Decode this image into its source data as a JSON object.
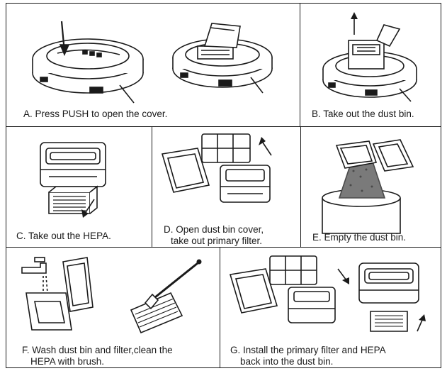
{
  "steps": [
    {
      "id": "A",
      "caption": "A. Press PUSH to open the cover."
    },
    {
      "id": "B",
      "caption": "B. Take out the dust bin."
    },
    {
      "id": "C",
      "caption": "C. Take out the HEPA."
    },
    {
      "id": "D",
      "caption_line1": "D. Open dust bin cover,",
      "caption_line2": "take out primary filter."
    },
    {
      "id": "E",
      "caption": "E. Empty the dust bin."
    },
    {
      "id": "F",
      "caption_line1": "F. Wash dust bin and filter,clean the",
      "caption_line2": "HEPA with brush."
    },
    {
      "id": "G",
      "caption_line1": "G. Install the primary filter and HEPA",
      "caption_line2": "back into the dust bin."
    }
  ],
  "colors": {
    "line": "#1a1a1a",
    "fill": "#ffffff",
    "shade": "#7a7a7a"
  }
}
